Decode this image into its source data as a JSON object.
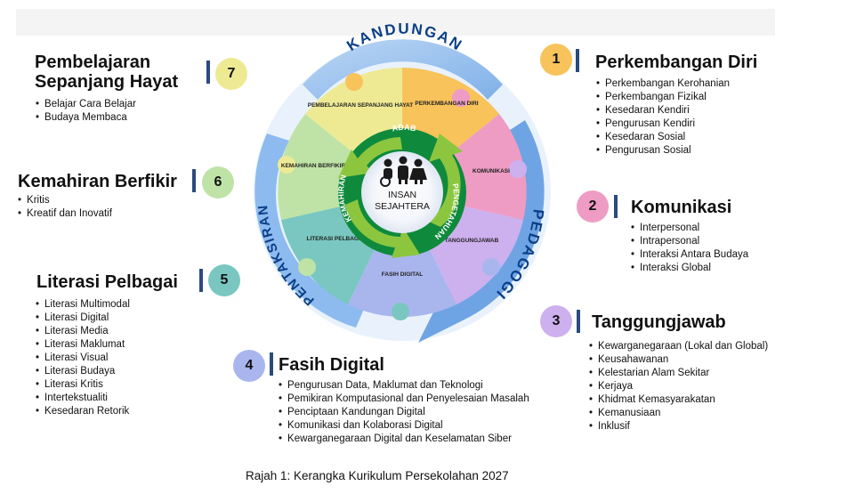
{
  "center": {
    "label_line1": "INSAN",
    "label_line2": "SEJAHTERA",
    "ring_texts": [
      "ADAB",
      "PENGETAHUAN",
      "KEMAHIRAN"
    ]
  },
  "outer_ring": {
    "kandungan": "KANDUNGAN",
    "pedagogi": "PEDAGOGI",
    "pentaksiran": "PENTAKSIRAN"
  },
  "puzzle": {
    "p1": "PERKEMBANGAN DIRI",
    "p2": "KOMUNIKASI",
    "p3": "TANGGUNGJAWAB",
    "p4": "FASIH DIGITAL",
    "p5": "LITERASI PELBAGAI",
    "p6": "KEMAHIRAN BERFIKIR",
    "p7": "PEMBELAJARAN SEPANJANG HAYAT"
  },
  "colors": {
    "c1": "#f8c35a",
    "c2": "#ee9cc4",
    "c3": "#cdb0ee",
    "c4": "#a9b6ee",
    "c5": "#79c7c0",
    "c6": "#bfe3a6",
    "c7": "#eeea94",
    "outer_blue": "#8ab6ea",
    "ring_green": "#0f8a3c",
    "arrow_green": "#8cc63f"
  },
  "elements": [
    {
      "num": "1",
      "title": "Perkembangan Diri",
      "items": [
        "Perkembangan Kerohanian",
        "Perkembangan Fizikal",
        "Kesedaran Kendiri",
        "Pengurusan Kendiri",
        "Kesedaran Sosial",
        "Pengurusan Sosial"
      ]
    },
    {
      "num": "2",
      "title": "Komunikasi",
      "items": [
        "Interpersonal",
        "Intrapersonal",
        "Interaksi Antara Budaya",
        "Interaksi Global"
      ]
    },
    {
      "num": "3",
      "title": "Tanggungjawab",
      "items": [
        "Kewarganegaraan (Lokal dan Global)",
        "Keusahawanan",
        "Kelestarian Alam Sekitar",
        "Kerjaya",
        "Khidmat Kemasyarakatan",
        "Kemanusiaan",
        "Inklusif"
      ]
    },
    {
      "num": "4",
      "title": "Fasih Digital",
      "items": [
        "Pengurusan Data, Maklumat dan Teknologi",
        "Pemikiran Komputasional dan Penyelesaian Masalah",
        "Penciptaan Kandungan Digital",
        "Komunikasi dan Kolaborasi Digital",
        "Kewarganegaraan Digital dan Keselamatan Siber"
      ]
    },
    {
      "num": "5",
      "title": "Literasi Pelbagai",
      "items": [
        "Literasi Multimodal",
        "Literasi Digital",
        "Literasi Media",
        "Literasi Maklumat",
        "Literasi Visual",
        "Literasi Budaya",
        "Literasi Kritis",
        "Intertekstualiti",
        "Kesedaran Retorik"
      ]
    },
    {
      "num": "6",
      "title": "Kemahiran Berfikir",
      "items": [
        "Kritis",
        "Kreatif dan Inovatif"
      ]
    },
    {
      "num": "7",
      "title_line1": "Pembelajaran",
      "title_line2": "Sepanjang Hayat",
      "items": [
        "Belajar Cara Belajar",
        "Budaya Membaca"
      ]
    }
  ],
  "caption": "Rajah 1:  Kerangka  Kurikulum Persekolahan 2027"
}
